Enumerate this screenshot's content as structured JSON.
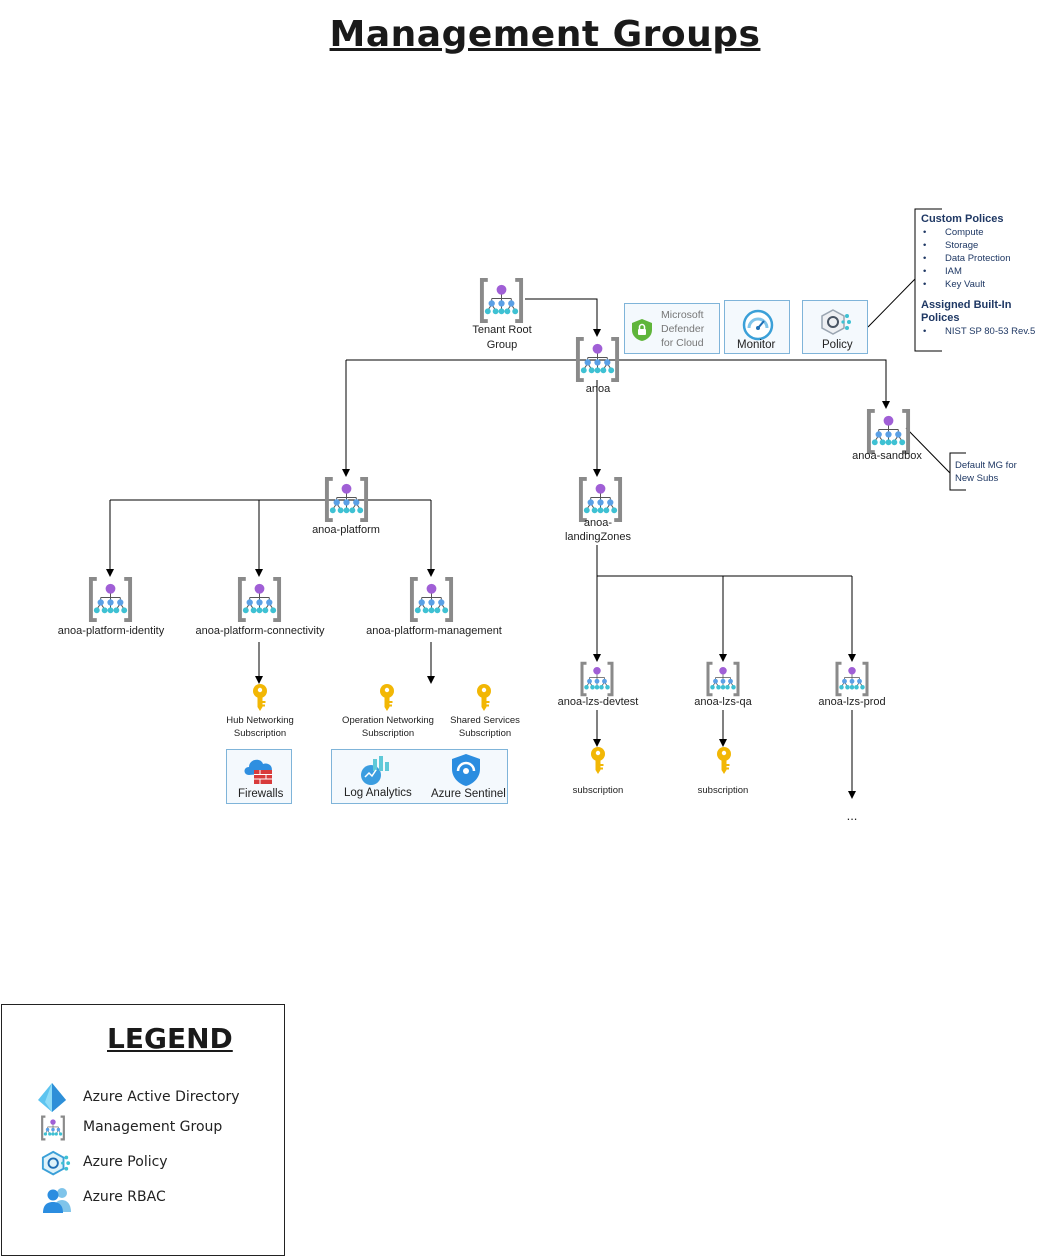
{
  "title": "Management Groups",
  "nodes": {
    "tenant_root": "Tenant Root\nGroup",
    "anoa": "anoa",
    "anoa_sandbox": "anoa-sandbox",
    "anoa_platform": "anoa-platform",
    "anoa_landing_zones": "anoa-\nlandingZones",
    "platform_identity": "anoa-platform-identity",
    "platform_connectivity": "anoa-platform-connectivity",
    "platform_management": "anoa-platform-management",
    "lzs_devtest": "anoa-lzs-devtest",
    "lzs_qa": "anoa-lzs-qa",
    "lzs_prod": "anoa-lzs-prod"
  },
  "subscriptions": {
    "hub": "Hub Networking\nSubscription",
    "operation": "Operation Networking\nSubscription",
    "shared": "Shared Services\nSubscription",
    "devtest": "subscription",
    "qa": "subscription",
    "prod_more": "..."
  },
  "services": {
    "defender": "Microsoft\nDefender\nfor Cloud",
    "monitor": "Monitor",
    "policy": "Policy",
    "firewalls": "Firewalls",
    "log_analytics": "Log Analytics",
    "sentinel": "Azure Sentinel"
  },
  "policy_note": {
    "custom_title": "Custom Polices",
    "custom_items": [
      "Compute",
      "Storage",
      "Data Protection",
      "IAM",
      "Key Vault"
    ],
    "builtin_title": "Assigned Built-In Polices",
    "builtin_items": [
      "NIST SP 80-53 Rev.5"
    ]
  },
  "sandbox_note": "Default MG for\nNew Subs",
  "legend": {
    "title": "LEGEND",
    "items": [
      "Azure Active Directory",
      "Management Group",
      "Azure Policy",
      "Azure RBAC"
    ]
  },
  "colors": {
    "bracket": "#8a8a8a",
    "node_top": "#a05fd6",
    "node_leaf": "#3ec1d3",
    "key": "#f2b705",
    "service_border": "#7fb4d9",
    "note_text": "#1f3864"
  }
}
